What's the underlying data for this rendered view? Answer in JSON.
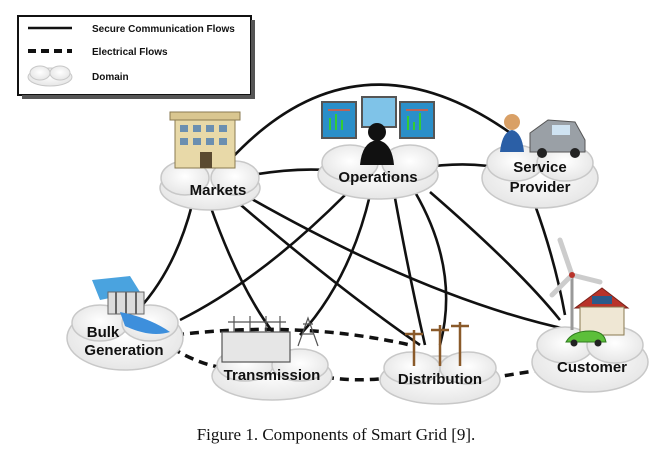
{
  "legend": {
    "secure_flow": "Secure Communication Flows",
    "electrical_flow": "Electrical Flows",
    "domain": "Domain"
  },
  "nodes": {
    "markets": "Markets",
    "operations": "Operations",
    "service_provider_line1": "Service",
    "service_provider_line2": "Provider",
    "bulk_generation_line1": "Bulk",
    "bulk_generation_line2": "Generation",
    "transmission": "Transmission",
    "distribution": "Distribution",
    "customer": "Customer"
  },
  "caption": "Figure 1.    Components of Smart Grid [9].",
  "colors": {
    "line": "#111111",
    "cloud_fill": "#f4f4f4",
    "cloud_stroke": "#c8c8c8",
    "screen": "#2a8fc9",
    "building": "#e8d9a8",
    "car_green": "#5cbf3a",
    "roof_red": "#b8332a"
  },
  "icons": [
    "building-icon",
    "monitors-operator-icon",
    "service-provider-icon",
    "hydro-plant-icon",
    "substation-icon",
    "power-pole-icon",
    "house-windmill-icon"
  ]
}
